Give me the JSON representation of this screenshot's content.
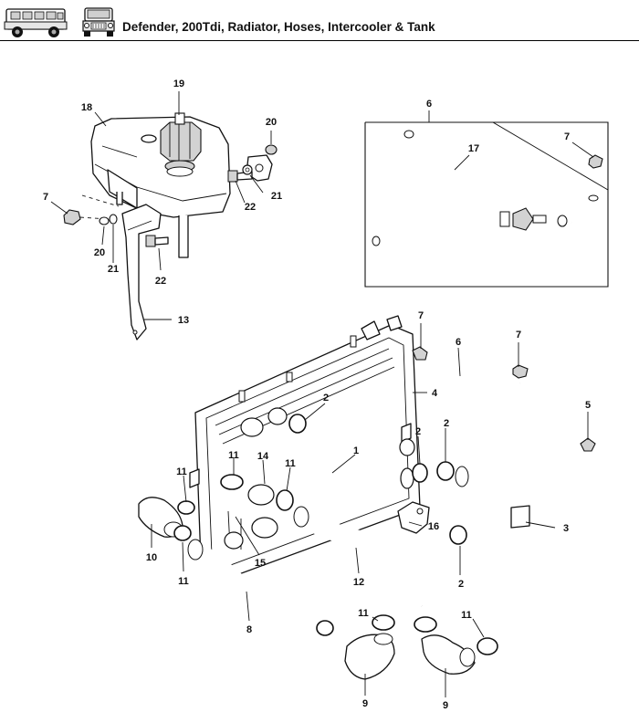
{
  "header": {
    "title": "Defender,  200Tdi, Radiator, Hoses, Intercooler & Tank",
    "thumbnails": [
      "station-wagon-icon",
      "vehicle-front-icon"
    ]
  },
  "callouts": [
    {
      "id": "c19",
      "text": "19"
    },
    {
      "id": "c18",
      "text": "18"
    },
    {
      "id": "c20a",
      "text": "20"
    },
    {
      "id": "c21a",
      "text": "21"
    },
    {
      "id": "c22a",
      "text": "22"
    },
    {
      "id": "c7a",
      "text": "7"
    },
    {
      "id": "c20b",
      "text": "20"
    },
    {
      "id": "c21b",
      "text": "21"
    },
    {
      "id": "c22b",
      "text": "22"
    },
    {
      "id": "c13",
      "text": "13"
    },
    {
      "id": "c6a",
      "text": "6"
    },
    {
      "id": "c17",
      "text": "17"
    },
    {
      "id": "c7b",
      "text": "7"
    },
    {
      "id": "c7c",
      "text": "7"
    },
    {
      "id": "c6b",
      "text": "6"
    },
    {
      "id": "c7d",
      "text": "7"
    },
    {
      "id": "c4",
      "text": "4"
    },
    {
      "id": "c5",
      "text": "5"
    },
    {
      "id": "c2a",
      "text": "2"
    },
    {
      "id": "c1",
      "text": "1"
    },
    {
      "id": "c2b",
      "text": "2"
    },
    {
      "id": "c2c",
      "text": "2"
    },
    {
      "id": "c11a",
      "text": "11"
    },
    {
      "id": "c14",
      "text": "14"
    },
    {
      "id": "c11b",
      "text": "11"
    },
    {
      "id": "c11c",
      "text": "11"
    },
    {
      "id": "c10",
      "text": "10"
    },
    {
      "id": "c11d",
      "text": "11"
    },
    {
      "id": "c15",
      "text": "15"
    },
    {
      "id": "c16",
      "text": "16"
    },
    {
      "id": "c3",
      "text": "3"
    },
    {
      "id": "c2d",
      "text": "2"
    },
    {
      "id": "c12",
      "text": "12"
    },
    {
      "id": "c8",
      "text": "8"
    },
    {
      "id": "c11e",
      "text": "11"
    },
    {
      "id": "c11f",
      "text": "11"
    },
    {
      "id": "c9a",
      "text": "9"
    },
    {
      "id": "c9b",
      "text": "9"
    }
  ]
}
